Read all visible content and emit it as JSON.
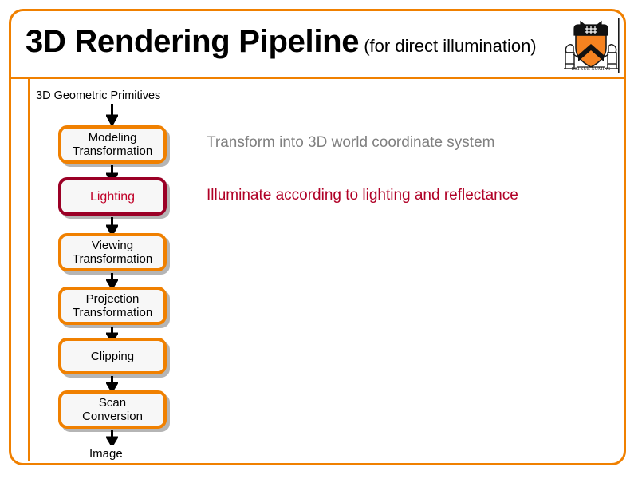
{
  "slide": {
    "title_main": "3D Rendering Pipeline",
    "title_sub": "(for direct illumination)",
    "logo_name": "princeton-shield-logo",
    "border_color": "#f08000",
    "accent_color": "#f08000",
    "highlight_color": "#9b0026",
    "note_gray": "#808080",
    "note_red": "#b00026"
  },
  "pipeline": {
    "input_label": "3D Geometric Primitives",
    "output_label": "Image",
    "stages": [
      {
        "id": "modeling",
        "line1": "Modeling",
        "line2": "Transformation",
        "highlighted": false
      },
      {
        "id": "lighting",
        "line1": "Lighting",
        "line2": "",
        "highlighted": true
      },
      {
        "id": "viewing",
        "line1": "Viewing",
        "line2": "Transformation",
        "highlighted": false
      },
      {
        "id": "projection",
        "line1": "Projection",
        "line2": "Transformation",
        "highlighted": false
      },
      {
        "id": "clipping",
        "line1": "Clipping",
        "line2": "",
        "highlighted": false
      },
      {
        "id": "scan",
        "line1": "Scan",
        "line2": "Conversion",
        "highlighted": false
      }
    ]
  },
  "notes": {
    "modeling_note": "Transform into 3D world coordinate system",
    "lighting_note": "Illuminate according to lighting and reflectance"
  }
}
